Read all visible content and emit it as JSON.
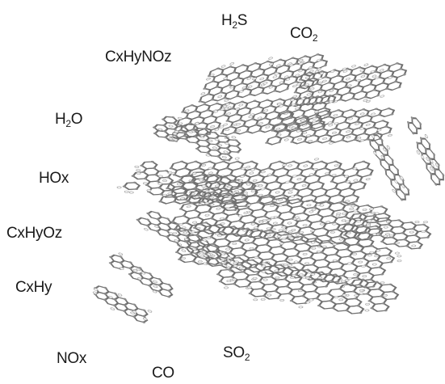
{
  "labels": {
    "h2s": {
      "base": "H",
      "sub": "2",
      "rest": "S"
    },
    "co2": {
      "base": "CO",
      "sub": "2"
    },
    "cxhynoz": "CxHyNOz",
    "h2o": {
      "base": "H",
      "sub": "2",
      "rest": "O"
    },
    "hox": "HOx",
    "cxhyoz": "CxHyOz",
    "cxhy": "CxHy",
    "nox": "NOx",
    "co": "CO",
    "so2": {
      "base": "SO",
      "sub": "2"
    }
  },
  "colors": {
    "text": "#1a1a1a",
    "bond": "#6f6f6f",
    "atom_carbon": "#8c8c8c",
    "atom_hydrogen": "#eeeeee"
  }
}
